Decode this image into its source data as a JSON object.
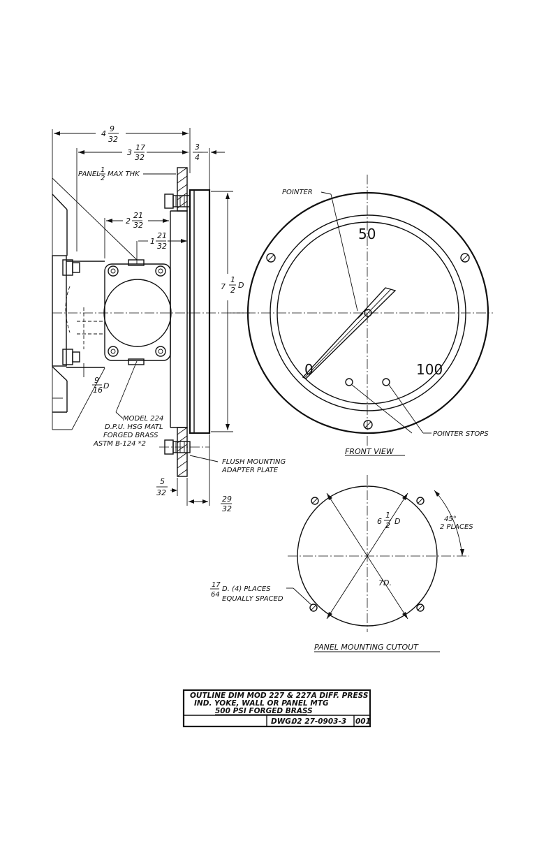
{
  "side_view": {
    "dim_overall_whole": "4",
    "dim_overall_num": "9",
    "dim_overall_den": "32",
    "dim_body_whole": "3",
    "dim_body_num": "17",
    "dim_body_den": "32",
    "dim_flange_num": "3",
    "dim_flange_den": "4",
    "panel_label": "PANEL",
    "panel_frac_num": "1",
    "panel_frac_den": "2",
    "panel_max": "MAX THK",
    "dim_mid_whole": "2",
    "dim_mid_num": "21",
    "dim_mid_den": "32",
    "dim_yoke_whole": "1",
    "dim_yoke_num": "21",
    "dim_yoke_den": "32",
    "dim_dia_whole": "7",
    "dim_dia_num": "1",
    "dim_dia_den": "2",
    "dim_dia_suffix": "D",
    "dim_hole_num": "9",
    "dim_hole_den": "16",
    "dim_hole_suffix": "D",
    "model_line1": "MODEL 224",
    "model_line2": "D.P.U. HSG MATL",
    "model_line3": "FORGED BRASS",
    "model_line4": "ASTM B-124 *2",
    "flush_line1": "FLUSH MOUNTING",
    "flush_line2": "ADAPTER PLATE",
    "dim_plate_num": "5",
    "dim_plate_den": "32",
    "dim_gap_num": "29",
    "dim_gap_den": "32"
  },
  "front_view": {
    "pointer_label": "POINTER",
    "scale_top": "50",
    "scale_left": "0",
    "scale_right": "100",
    "stops_label": "POINTER STOPS",
    "title": "FRONT VIEW"
  },
  "cutout": {
    "dim_inner_whole": "6",
    "dim_inner_num": "1",
    "dim_inner_den": "2",
    "dim_inner_suffix": "D",
    "dim_outer": "7D.",
    "angle_value": "45°",
    "angle_places": "2 PLACES",
    "holes_num": "17",
    "holes_den": "64",
    "holes_line1": "D. (4) PLACES",
    "holes_line2": "EQUALLY SPACED",
    "title": "PANEL MOUNTING CUTOUT"
  },
  "title_block": {
    "line1": "OUTLINE DIM MOD 227 & 227A DIFF. PRESS",
    "line2": "IND. YOKE, WALL OR PANEL MTG",
    "line3": "500 PSI FORGED BRASS",
    "dwg_prefix": "DWG.",
    "dwg_number": "02 27-0903-3",
    "sheet_code": "001"
  }
}
